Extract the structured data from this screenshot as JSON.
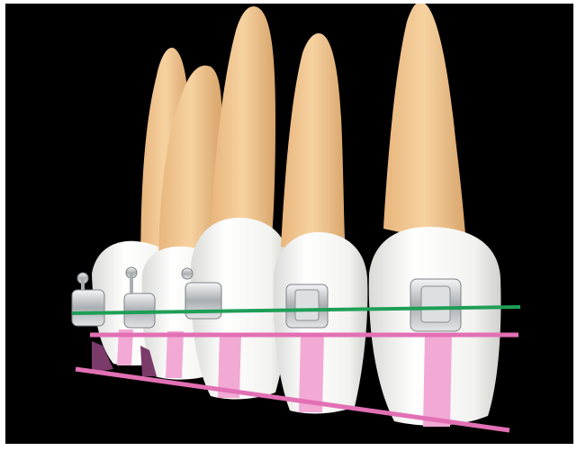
{
  "image": {
    "subject": "orthodontic-brackets-on-teeth-illustration",
    "background_color": "#000000",
    "colors": {
      "root": "#F3C892",
      "root_shadow": "#D9A86F",
      "crown": "#FFFFFF",
      "crown_shadow": "#E6E7E4",
      "bracket_metal": "#BFC3C6",
      "wire_green": "#1E9E57",
      "reference_line_pink": "#E270B4",
      "midline_pink": "#F2A9D4"
    },
    "lines": {
      "archwire": "green",
      "bracket_level_line": "pink",
      "incisal_reference_line": "pink"
    },
    "tooth_count": 5
  }
}
